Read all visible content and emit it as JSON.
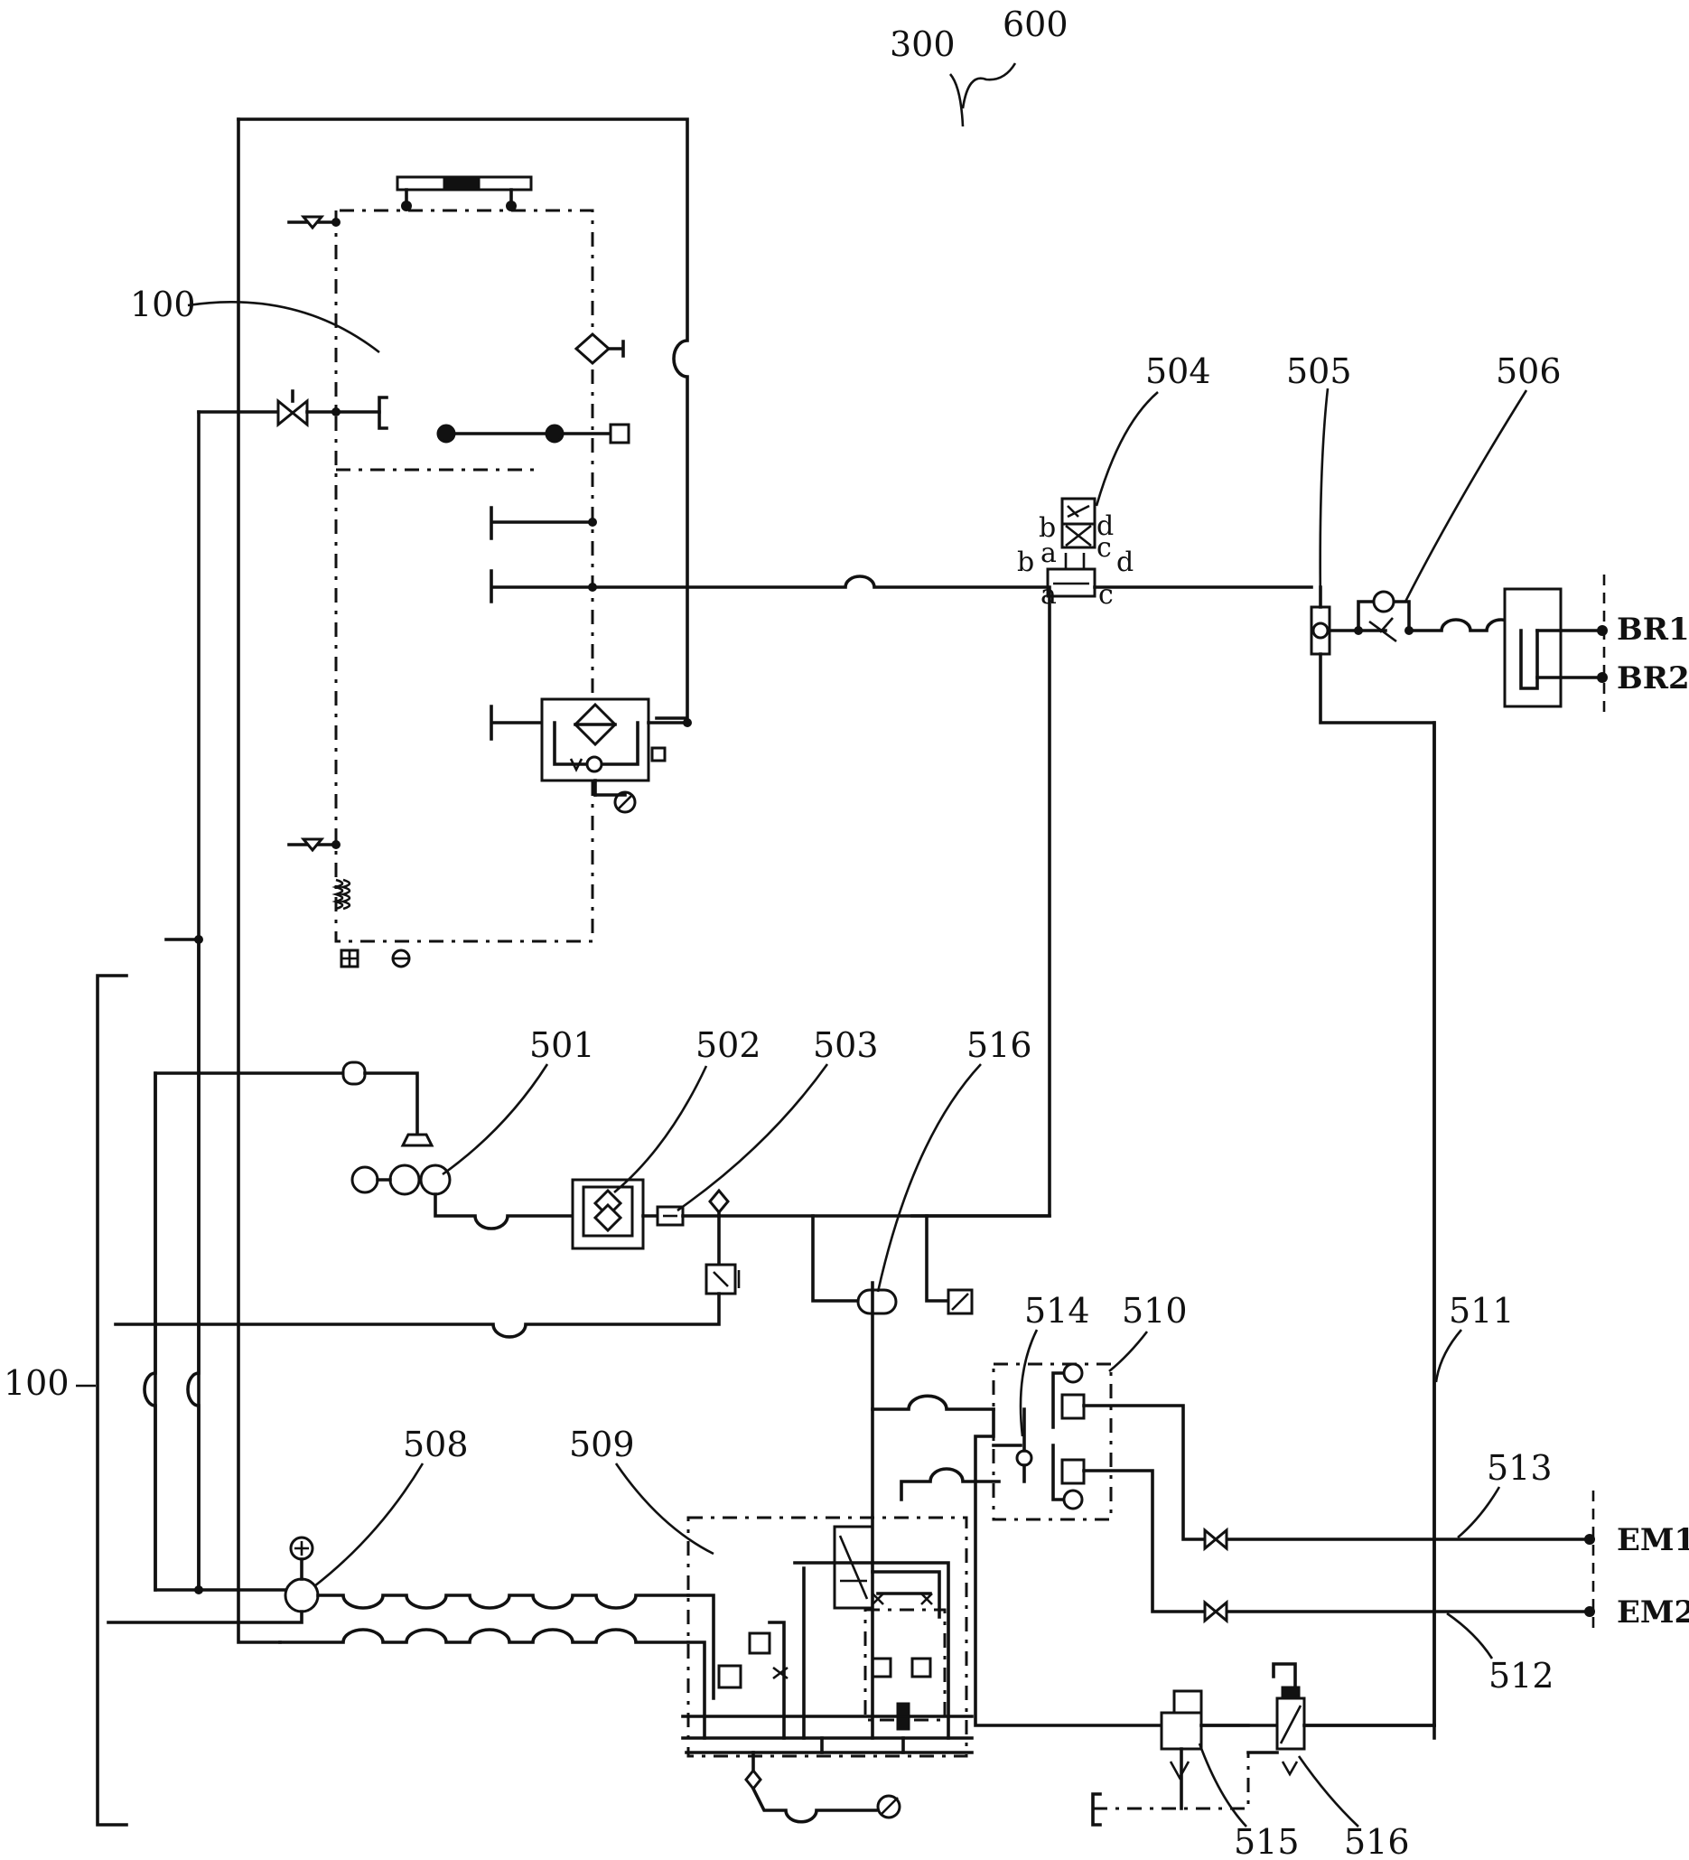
{
  "labels": {
    "l300": "300",
    "l600": "600",
    "l100_top": "100",
    "l100_side": "100",
    "l504": "504",
    "l505": "505",
    "l506": "506",
    "l501": "501",
    "l502": "502",
    "l503": "503",
    "l516_top": "516",
    "l514": "514",
    "l510": "510",
    "l511": "511",
    "l508": "508",
    "l509": "509",
    "l513": "513",
    "l512": "512",
    "l515": "515",
    "l516_bottom": "516"
  },
  "ports": {
    "b_upper": "b",
    "d_upper": "d",
    "a_upper": "a",
    "c_upper": "c",
    "b_lower": "b",
    "d_lower": "d",
    "a_lower": "a",
    "c_lower": "c"
  },
  "terminals": {
    "br1": "BR1",
    "br2": "BR2",
    "em1": "EM1",
    "em2": "EM2"
  }
}
